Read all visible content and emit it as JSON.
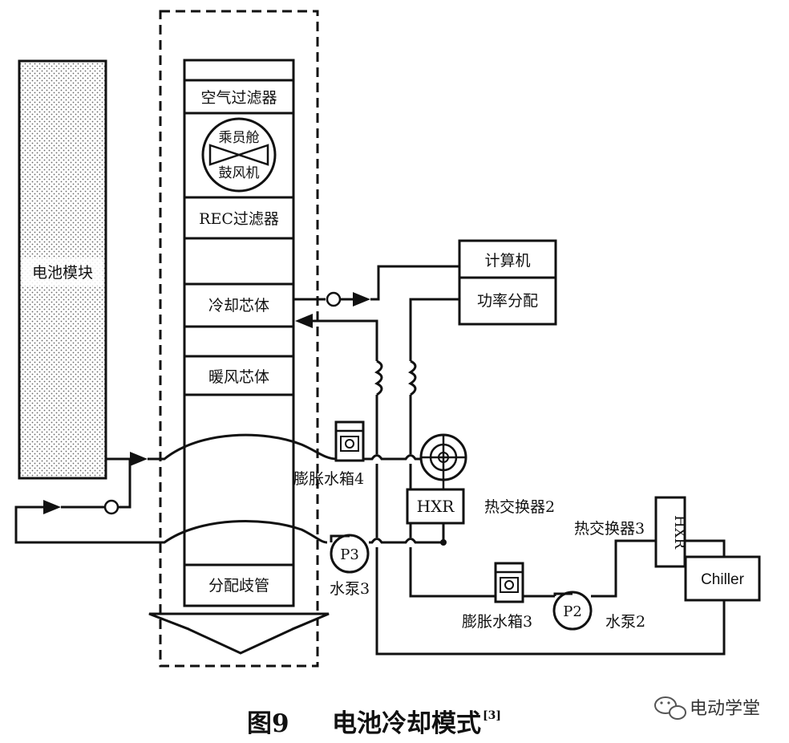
{
  "battery": {
    "label": "电池模块"
  },
  "hvac": {
    "air_filter": "空气过滤器",
    "blower_line1": "乘员舱",
    "blower_line2": "鼓风机",
    "rec_filter": "REC过滤器",
    "evaporator": "冷却芯体",
    "heater_core": "暖风芯体",
    "manifold": "分配歧管"
  },
  "controller": {
    "computer": "计算机",
    "power_dist": "功率分配"
  },
  "components": {
    "hxr2_box": "HXR",
    "hxr2_label": "热交换器2",
    "hxr3_box": "HXR",
    "hxr3_label": "热交换器3",
    "chiller": "Chiller",
    "tank4": "膨胀水箱4",
    "tank3": "膨胀水箱3",
    "pump3_tag": "P3",
    "pump3_label": "水泵3",
    "pump2_tag": "P2",
    "pump2_label": "水泵2"
  },
  "caption": {
    "fig": "图9",
    "title": "电池冷却模式",
    "ref": "[3]"
  },
  "watermark": {
    "text": "电动学堂",
    "icon": "wechat-icon"
  }
}
